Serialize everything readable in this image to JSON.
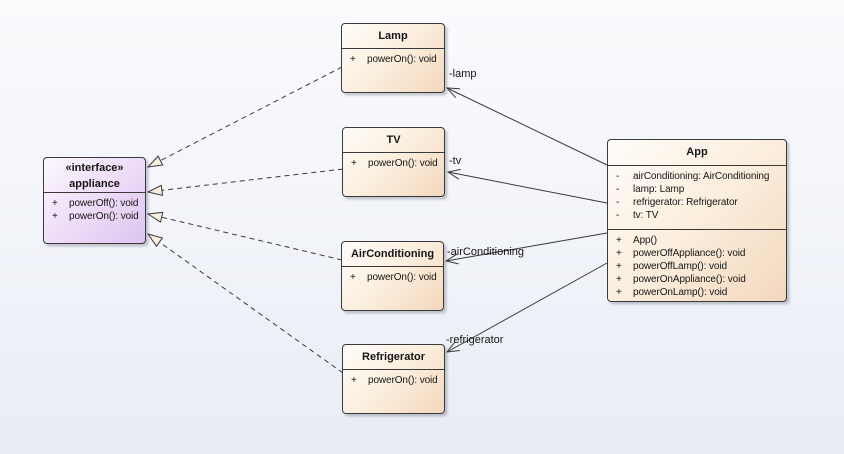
{
  "colors": {
    "canvas_top": "#fafbfd",
    "canvas_bottom": "#e8ecf4",
    "class_fill_light": "#fefcf9",
    "class_fill_dark": "#f3d7bd",
    "interface_fill_light": "#fbf8fe",
    "interface_fill_dark": "#dcc6f0",
    "border": "#3a3a3a",
    "connector": "#3a3a3a",
    "realization_arrowhead_fill": "#f7eedd"
  },
  "classes": {
    "appliance": {
      "stereotype": "«interface»",
      "name": "appliance",
      "members": [
        {
          "sign": "+",
          "text": "powerOff(): void"
        },
        {
          "sign": "+",
          "text": "powerOn(): void"
        }
      ]
    },
    "lamp": {
      "name": "Lamp",
      "members": [
        {
          "sign": "+",
          "text": "powerOn(): void"
        }
      ]
    },
    "tv": {
      "name": "TV",
      "members": [
        {
          "sign": "+",
          "text": "powerOn(): void"
        }
      ]
    },
    "airConditioning": {
      "name": "AirConditioning",
      "members": [
        {
          "sign": "+",
          "text": "powerOn(): void"
        }
      ]
    },
    "refrigerator": {
      "name": "Refrigerator",
      "members": [
        {
          "sign": "+",
          "text": "powerOn(): void"
        }
      ]
    },
    "app": {
      "name": "App",
      "attributes": [
        {
          "sign": "-",
          "text": "airConditioning: AirConditioning"
        },
        {
          "sign": "-",
          "text": "lamp: Lamp"
        },
        {
          "sign": "-",
          "text": "refrigerator: Refrigerator"
        },
        {
          "sign": "-",
          "text": "tv: TV"
        }
      ],
      "operations": [
        {
          "sign": "+",
          "text": "App()"
        },
        {
          "sign": "+",
          "text": "powerOffAppliance(): void"
        },
        {
          "sign": "+",
          "text": "powerOffLamp(): void"
        },
        {
          "sign": "+",
          "text": "powerOnAppliance(): void"
        },
        {
          "sign": "+",
          "text": "powerOnLamp(): void"
        }
      ]
    }
  },
  "edges": {
    "lamp_label": "-lamp",
    "tv_label": "-tv",
    "airConditioning_label": "-airConditioning",
    "refrigerator_label": "-refrigerator"
  }
}
